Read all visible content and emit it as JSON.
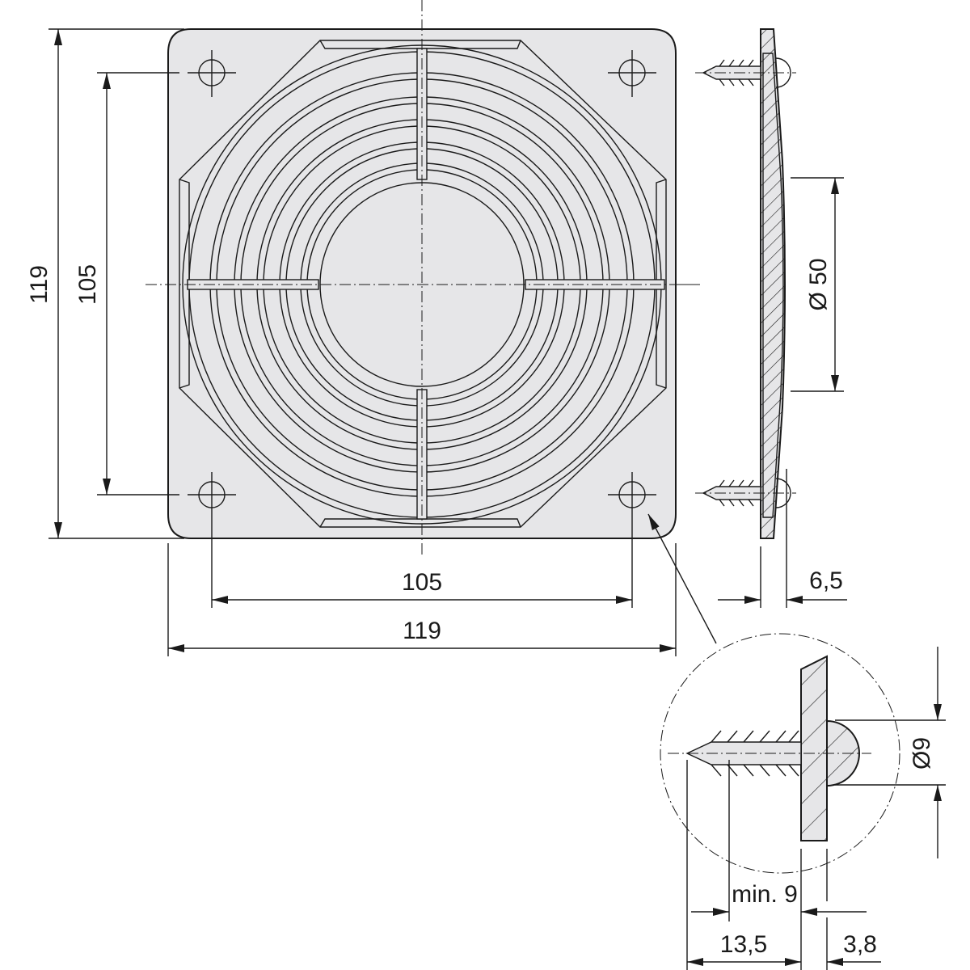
{
  "drawing": {
    "title": "Fan guard / filter grille technical drawing",
    "front_view": {
      "width_label": "119",
      "height_label": "119",
      "hole_spacing_h_label": "105",
      "hole_spacing_v_label": "105"
    },
    "side_view": {
      "opening_diameter_label": "Ø 50",
      "thickness_label": "6,5"
    },
    "detail_view": {
      "head_diameter_label": "Ø9",
      "min_length_label": "min. 9",
      "pin_length_label": "13,5",
      "plate_thickness_label": "3,8"
    },
    "colors": {
      "line": "#1a1a1a",
      "part_fill": "#e6e6e8",
      "background": "#ffffff"
    }
  }
}
